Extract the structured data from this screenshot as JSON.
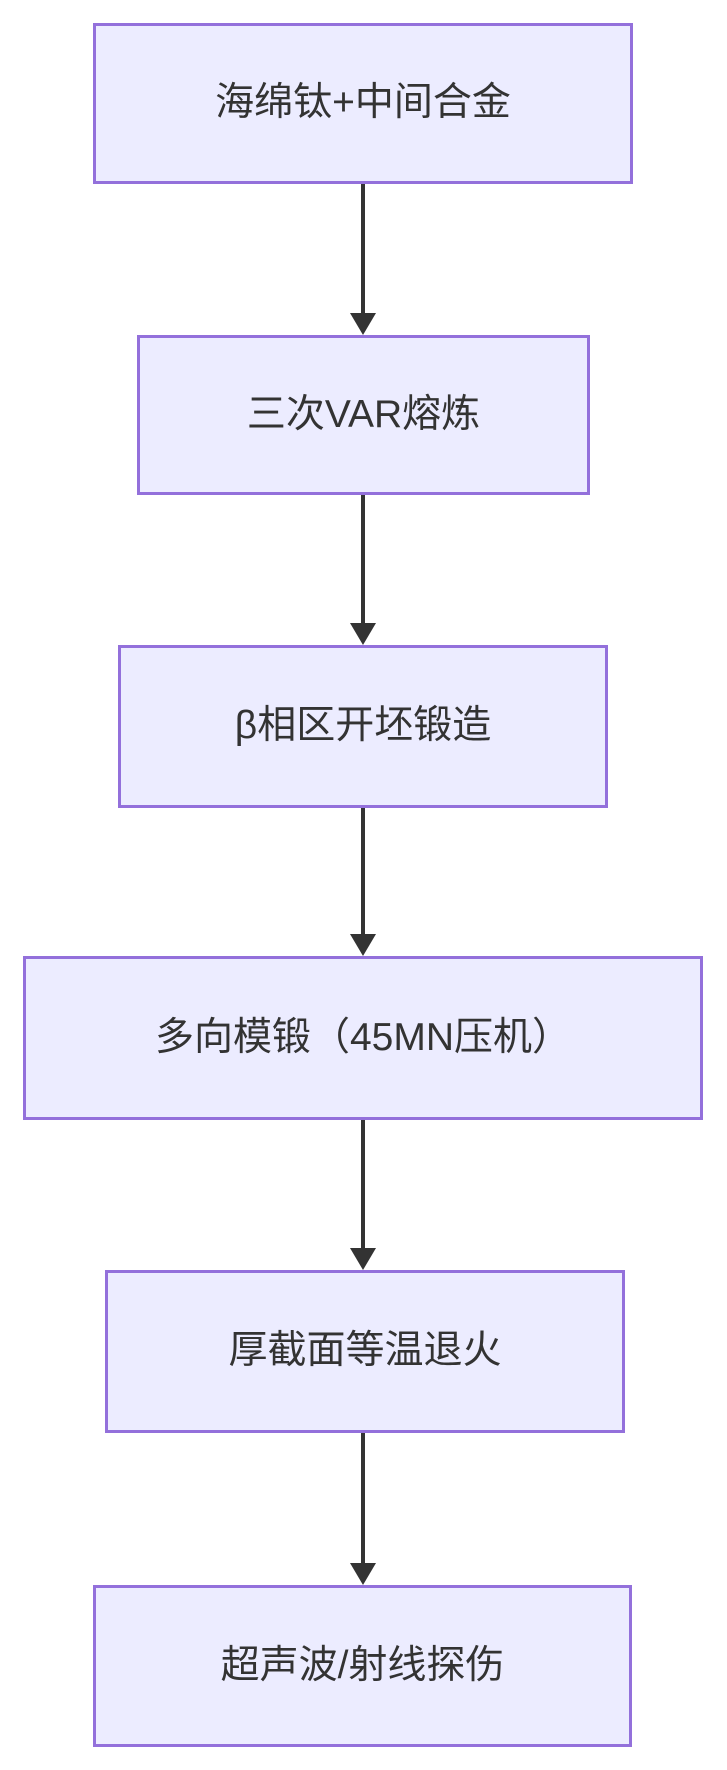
{
  "diagram": {
    "type": "flowchart",
    "direction": "top-down",
    "nodes": [
      {
        "id": "n1",
        "label": "海绵钛+中间合金"
      },
      {
        "id": "n2",
        "label": "三次VAR熔炼"
      },
      {
        "id": "n3",
        "label": "β相区开坯锻造"
      },
      {
        "id": "n4",
        "label": "多向模锻（45MN压机）"
      },
      {
        "id": "n5",
        "label": "厚截面等温退火"
      },
      {
        "id": "n6",
        "label": "超声波/射线探伤"
      }
    ],
    "edges": [
      {
        "from": "n1",
        "to": "n2"
      },
      {
        "from": "n2",
        "to": "n3"
      },
      {
        "from": "n3",
        "to": "n4"
      },
      {
        "from": "n4",
        "to": "n5"
      },
      {
        "from": "n5",
        "to": "n6"
      }
    ],
    "colors": {
      "node_fill": "#ECECFF",
      "node_border": "#9370DB",
      "arrow": "#333333",
      "text": "#333333",
      "background": "#FFFFFF"
    }
  }
}
